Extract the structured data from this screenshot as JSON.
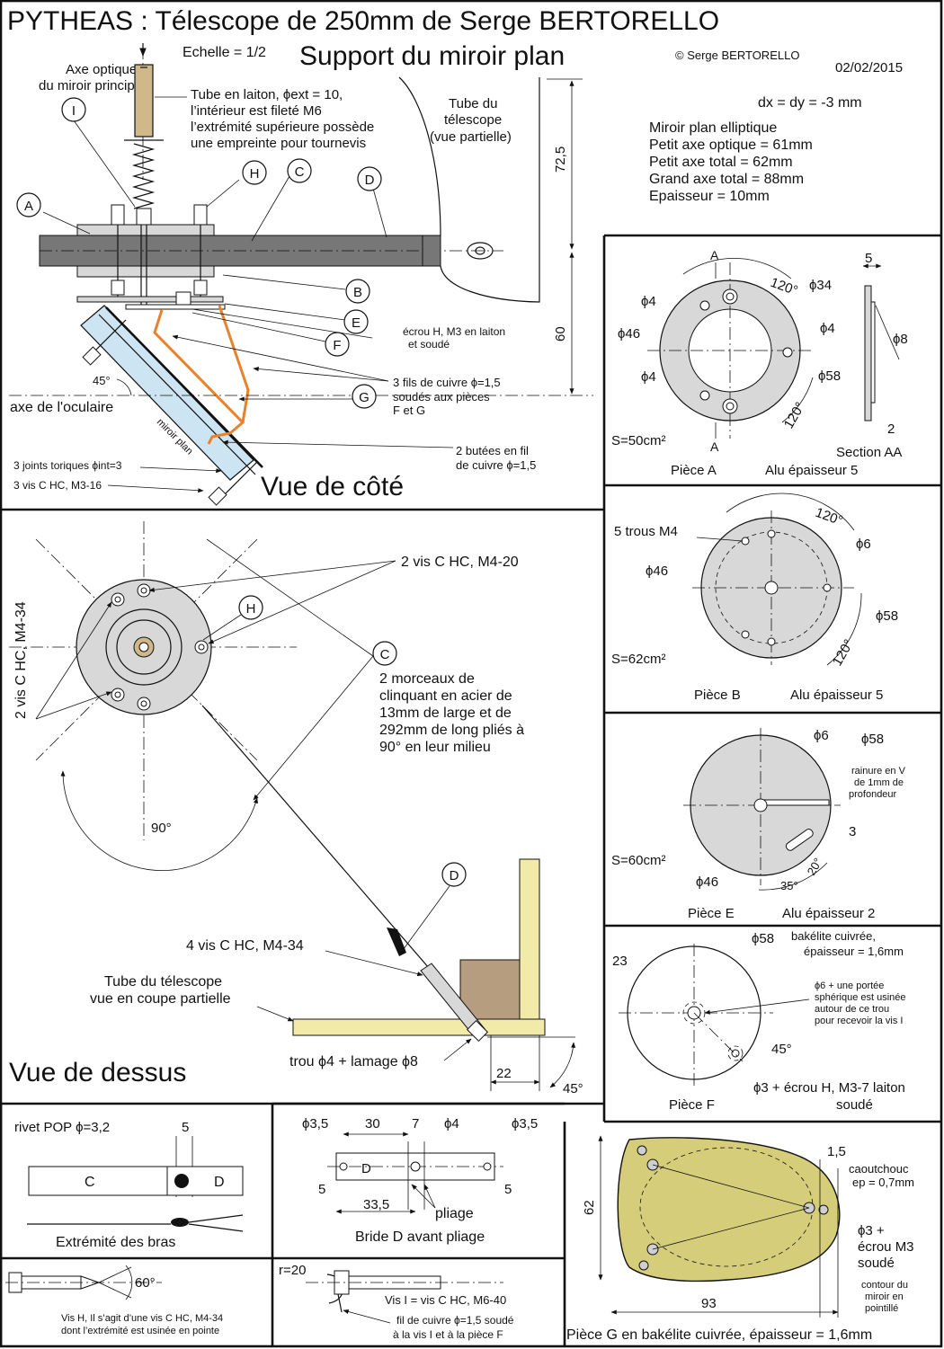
{
  "header": {
    "title": "PYTHEAS : Télescope de 250mm de Serge BERTORELLO",
    "subtitle": "Support du miroir plan",
    "scale": "Echelle = 1/2",
    "copyright": "© Serge BERTORELLO",
    "date": "02/02/2015"
  },
  "side_view": {
    "title": "Vue de côté",
    "optical_axis": [
      "Axe optique",
      "du miroir principal"
    ],
    "brass_tube_note": [
      "Tube en laiton, ϕext = 10,",
      "l’intérieur est fileté M6",
      "l’extrémité supérieure possède",
      "une empreinte pour tournevis"
    ],
    "telescope_tube": [
      "Tube du",
      "télescope",
      "(vue partielle)"
    ],
    "offsets": "dx = dy = -3 mm",
    "mirror_specs": [
      "Miroir plan elliptique",
      "Petit axe optique = 61mm",
      "Petit axe total = 62mm",
      "Grand axe total = 88mm",
      "Epaisseur = 10mm"
    ],
    "dim_upper": "72,5",
    "dim_lower": "60",
    "nut_note": [
      "écrou H, M3 en laiton",
      "et soudé"
    ],
    "wires_note": [
      "3 fils de cuivre ϕ=1,5",
      "soudés aux pièces",
      "F et G"
    ],
    "eyepiece_axis": "axe de l'oculaire",
    "angle": "45°",
    "mirror_label": "miroir plan",
    "stops_note": [
      "2 butées en fil",
      "de cuivre ϕ=1,5"
    ],
    "orings_note": "3 joints toriques ϕint=3",
    "screws_note": "3 vis C HC, M3-16",
    "labels": [
      "I",
      "H",
      "C",
      "A",
      "D",
      "B",
      "E",
      "F",
      "G"
    ]
  },
  "top_view": {
    "title": "Vue de dessus",
    "screws_m4_20": "2 vis C HC, M4-20",
    "screws_m4_34_vertical": "2 vis C HC, M4-34",
    "clinquant_note": [
      "2 morceaux de",
      "clinquant en acier de",
      "13mm de large et de",
      "292mm de long pliés à",
      "90° en leur milieu"
    ],
    "angle": "90°",
    "four_screws": "4 vis C HC, M4-34",
    "tube_section": [
      "Tube du télescope",
      "vue en coupe partielle"
    ],
    "hole_note": "trou ϕ4 + lamage ϕ8",
    "dim_22": "22",
    "angle_45": "45°",
    "labels": [
      "H",
      "C",
      "D"
    ]
  },
  "piece_a": {
    "dims": [
      "ϕ4",
      "ϕ46",
      "ϕ4",
      "ϕ34",
      "ϕ4",
      "ϕ58",
      "ϕ8",
      "5",
      "2"
    ],
    "angles": [
      "120°",
      "120°"
    ],
    "section_marks": [
      "A",
      "A"
    ],
    "area": "S=50cm²",
    "name": "Pièce A",
    "material": "Alu épaisseur 5",
    "section": "Section AA"
  },
  "piece_b": {
    "holes": "5 trous M4",
    "dims": [
      "ϕ46",
      "ϕ6",
      "ϕ58"
    ],
    "angles": [
      "120°",
      "120°"
    ],
    "area": "S=62cm²",
    "name": "Pièce B",
    "material": "Alu épaisseur 5"
  },
  "piece_e": {
    "dims": [
      "ϕ6",
      "ϕ58",
      "ϕ46",
      "3"
    ],
    "groove_note": [
      "rainure en V",
      "de 1mm de",
      "profondeur"
    ],
    "angles": [
      "35°",
      "20°"
    ],
    "area": "S=60cm²",
    "name": "Pièce E",
    "material": "Alu épaisseur 2"
  },
  "piece_f": {
    "dims": [
      "ϕ58",
      "23"
    ],
    "material": [
      "bakélite cuivrée,",
      "épaisseur = 1,6mm"
    ],
    "hole_note": [
      "ϕ6 + une portée",
      "sphérique est usinée",
      "autour de ce trou",
      "pour recevoir la vis I"
    ],
    "angle": "45°",
    "nut_note": [
      "ϕ3 + écrou H, M3-7 laiton",
      "soudé"
    ],
    "name": "Pièce F"
  },
  "rivet": {
    "rivet_note": "rivet POP ϕ=3,2",
    "dim": "5",
    "c": "C",
    "d": "D",
    "caption": "Extrémité des bras"
  },
  "bride": {
    "dims": [
      "ϕ3,5",
      "30",
      "7",
      "ϕ4",
      "ϕ3,5",
      "5",
      "33,5",
      "5"
    ],
    "d": "D",
    "bend": "pliage",
    "caption": "Bride D avant pliage"
  },
  "piece_g": {
    "dims": [
      "1,5",
      "62",
      "93"
    ],
    "rubber": [
      "caoutchouc",
      "ep = 0,7mm"
    ],
    "nut_note": [
      "ϕ3 +",
      "écrou M3",
      "soudé"
    ],
    "contour": [
      "contour du",
      "miroir en",
      "pointillé"
    ],
    "caption": "Pièce G en bakélite cuivrée, épaisseur = 1,6mm"
  },
  "screw_h": {
    "angle": "60°",
    "caption": [
      "Vis H, Il s’agit d’une vis C HC, M4-34",
      "dont l’extrémité est usinée en pointe"
    ]
  },
  "screw_i": {
    "radius": "r=20",
    "caption": "Vis I = vis C HC, M6-40",
    "wire_note": [
      "fil de cuivre ϕ=1,5 soudé",
      "à la vis I et à la pièce F"
    ]
  },
  "colors": {
    "brass": "#cfb98a",
    "aluminium": "#d8d8d8",
    "mirror": "#cde4f2",
    "copper_wire": "#e8822c",
    "bakelite": "#d5cd79",
    "wood": "#f1eaa8",
    "block": "#b79d7f"
  }
}
